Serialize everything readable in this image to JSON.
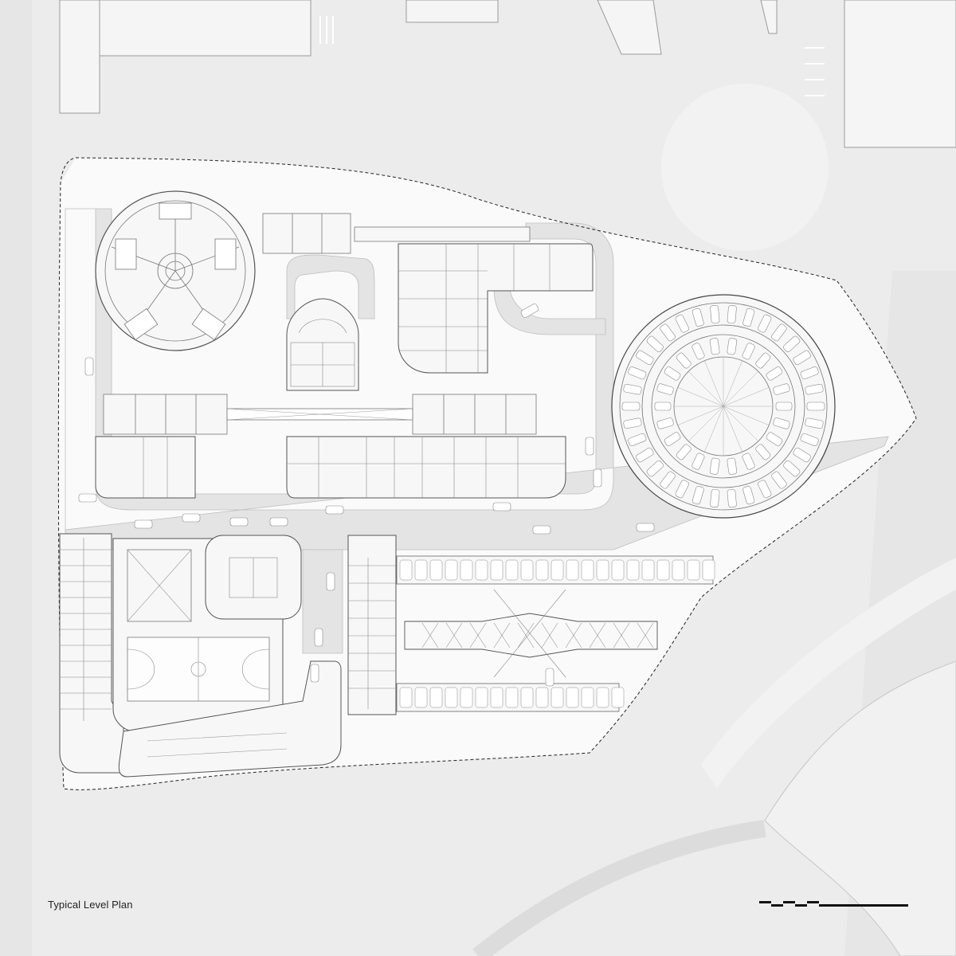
{
  "caption": "Typical Level Plan",
  "colors": {
    "background": "#ececec",
    "building_footprint": "#f7f7f7",
    "site": "#fafafa",
    "roads": "#e3e3e3",
    "line": "#7a7a7a",
    "boundary_line": "#222222"
  },
  "scale_bar": {
    "segments": 6,
    "style": "alternating-stepped"
  }
}
